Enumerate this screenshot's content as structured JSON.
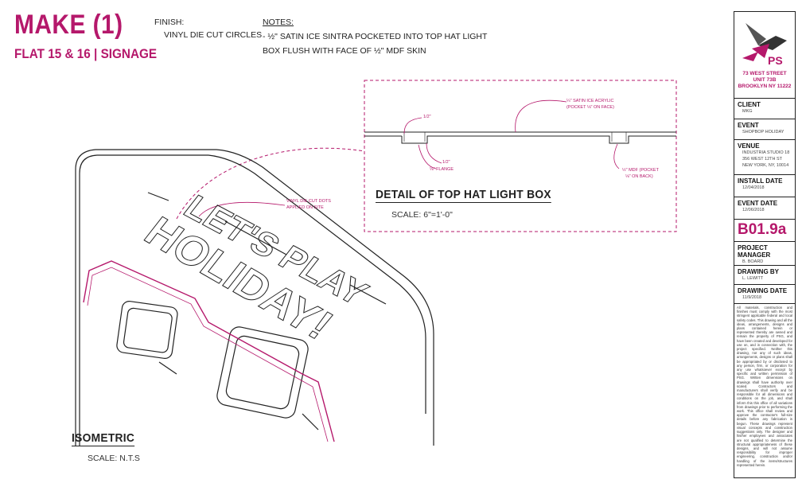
{
  "header": {
    "title": "MAKE (1)",
    "subtitle": "FLAT 15 & 16 | SIGNAGE",
    "finish_label": "FINISH:",
    "finish_value": "VINYL DIE CUT CIRCLES",
    "notes_label": "NOTES:",
    "notes_line1": "- ½\" SATIN ICE SINTRA POCKETED INTO TOP HAT LIGHT",
    "notes_line2": "BOX FLUSH WITH FACE OF ½\" MDF SKIN"
  },
  "detail": {
    "title": "DETAIL OF TOP HAT LIGHT BOX",
    "scale": "SCALE: 6\"=1'-0\"",
    "callouts": {
      "satin_acrylic_1": "¼\" SATIN ICE ACRYLIC",
      "satin_acrylic_2": "(POCKET ⅛\" ON FACE)",
      "dim_left": "1/2\"",
      "dim_mid": "1/2\"",
      "flange": "⅛\" FLANGE",
      "mdf_1": "½\" MDF (POCKET",
      "mdf_2": "⅛\" ON BACK)"
    }
  },
  "isometric": {
    "title": "ISOMETRIC",
    "scale": "SCALE: N.T.S",
    "sign_line1": "LET'S PLAY",
    "sign_line2": "HOLIDAY!",
    "vinyl_note_1": "VINYL DIE CUT DOTS",
    "vinyl_note_2": "APPLIED ON SITE"
  },
  "title_block": {
    "logo_text": "PS",
    "address_1": "73 WEST STREET",
    "address_2": "UNIT 73B",
    "address_3": "BROOKLYN NY 11222",
    "client_label": "CLIENT",
    "client_value": "MKG",
    "event_label": "EVENT",
    "event_value": "SHOPBOP HOLIDAY",
    "venue_label": "VENUE",
    "venue_1": "INDUSTRIA STUDIO 18",
    "venue_2": "356 WEST 12TH ST",
    "venue_3": "NEW YORK, NY, 10014",
    "install_label": "INSTALL DATE",
    "install_value": "12/04/2018",
    "eventdate_label": "EVENT DATE",
    "eventdate_value": "12/06/2018",
    "drawing_code": "B01.9a",
    "pm_label": "PROJECT MANAGER",
    "pm_value": "B. BOARD",
    "drawnby_label": "DRAWING BY",
    "drawnby_value": "L. LEWITT",
    "drawingdate_label": "DRAWING DATE",
    "drawingdate_value": "11/9/2018",
    "legal": "All materials, construction and finishes must comply with the most stringent applicable federal and local safety codes. This drawing and all the ideas, arrangements, designs and plans contained herein or represented thereby are owned and remain the property of PSG, and have been created and developed for use on, and in connection with, the project specified. Neither this drawing, nor any of such ideas, arrangements, designs or plans shall be appropriated by or disclosed to any person, firm, or corporation for any use whatsoever except by specific and written permission of PSG. Written dimensions on drawings shall have authority over scaled. Contractors and manufacturers shall verify and be responsible for all dimensions and conditions on the job, and shall inform this this office of all variations from drawings prior to performing the work. This office shall review and approve the contractor's full-size details before any fabrication is begun. These drawings represent visual concepts and construction suggestions only. The designer and his/her employees and associates are not qualified to determine the structural appropriateness of these designs, and will not assume responsibility for improper engineering, construction and/or handling of the items/structures represented herein."
  },
  "colors": {
    "accent": "#b5186b",
    "ink": "#222222"
  }
}
